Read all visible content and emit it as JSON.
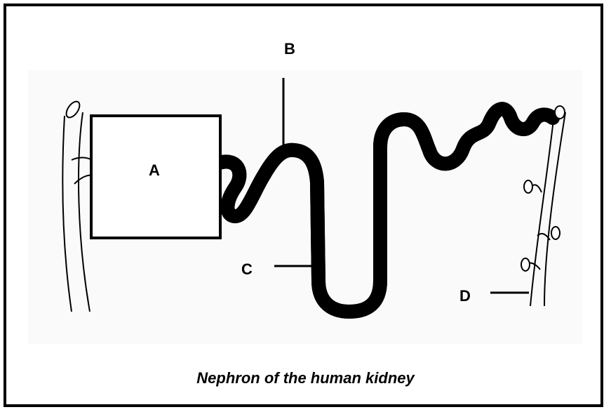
{
  "labels": {
    "a": "A",
    "b": "B",
    "c": "C",
    "d": "D"
  },
  "caption": "Nephron of the human kidney",
  "colors": {
    "stroke": "#000000",
    "fill": "#ffffff",
    "tubule_shadow": "#f3f3f3"
  }
}
